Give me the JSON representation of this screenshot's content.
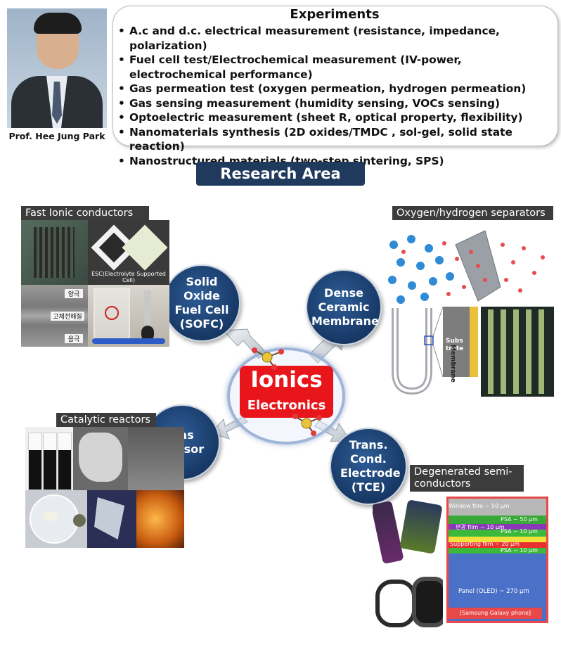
{
  "professor": {
    "name": "Prof. Hee Jung Park"
  },
  "experiments": {
    "title": "Experiments",
    "items": [
      "A.c and d.c. electrical measurement (resistance, impedance, polarization)",
      "Fuel cell test/Electrochemical measurement (IV-power, electrochemical performance)",
      "Gas permeation test (oxygen permeation, hydrogen permeation)",
      "Gas sensing measurement (humidity sensing, VOCs sensing)",
      "Optoelectric measurement (sheet R, optical property, flexibility)",
      "Nanomaterials synthesis (2D oxides/TMDC , sol-gel, solid state reaction)",
      "Nanostructured materials (two-step sintering, SPS)"
    ]
  },
  "research_area": {
    "title": "Research Area"
  },
  "center": {
    "title": "Ionics",
    "subtitle": "Electronics"
  },
  "nodes": {
    "sofc": "Solid Oxide Fuel Cell (SOFC)",
    "membrane": "Dense Ceramic Membrane",
    "gas_sensor": "Gas Sensor",
    "tce": "Trans. Cond. Electrode (TCE)"
  },
  "sections": {
    "fast_ionic": {
      "label": "Fast Ionic conductors",
      "esc_caption": "ESC(Electrolyte Supported Cell)",
      "layers": [
        "양극",
        "고체전해질",
        "음극"
      ]
    },
    "separators": {
      "label": "Oxygen/hydrogen separators",
      "substrate": "Subs trate",
      "membrane": "Membrane"
    },
    "catalytic": {
      "label": "Catalytic reactors"
    },
    "degenerated": {
      "label": "Degenerated semi-conductors",
      "stack": [
        "Window film ~ 50 μm",
        "PSA ~ 50 μm",
        "편광 film ~ 10 μm",
        "PSA ~ 10 μm",
        "Supporting film ~ 20 μm",
        "PSA ~ 10 μm",
        "Panel (OLED) ~ 270 μm"
      ],
      "footer": "[Samsung Galaxy phone]"
    }
  },
  "colors": {
    "banner": "#1f3a5c",
    "sphere": "#1a3d6c",
    "center_red": "#e8151b",
    "label_bg": "#3c3c3c"
  }
}
